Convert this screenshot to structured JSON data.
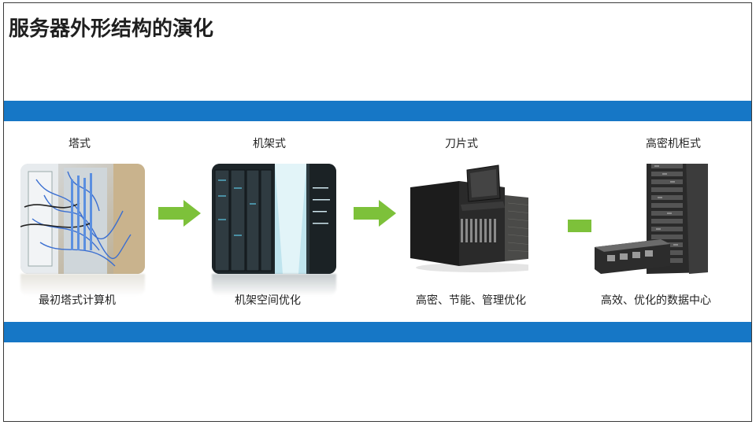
{
  "slide": {
    "title": "服务器外形结构的演化"
  },
  "stages": [
    {
      "label": "塔式",
      "caption": "最初塔式计算机"
    },
    {
      "label": "机架式",
      "caption": "机架空间优化"
    },
    {
      "label": "刀片式",
      "caption": "高密、节能、管理优化"
    },
    {
      "label": "高密机柜式",
      "caption": "高效、优化的数据中心"
    }
  ],
  "colors": {
    "band": "#1677c6",
    "arrow": "#7dc13a",
    "title": "#1f1f1f"
  },
  "icons": {
    "arrow": "right-arrow-icon"
  }
}
